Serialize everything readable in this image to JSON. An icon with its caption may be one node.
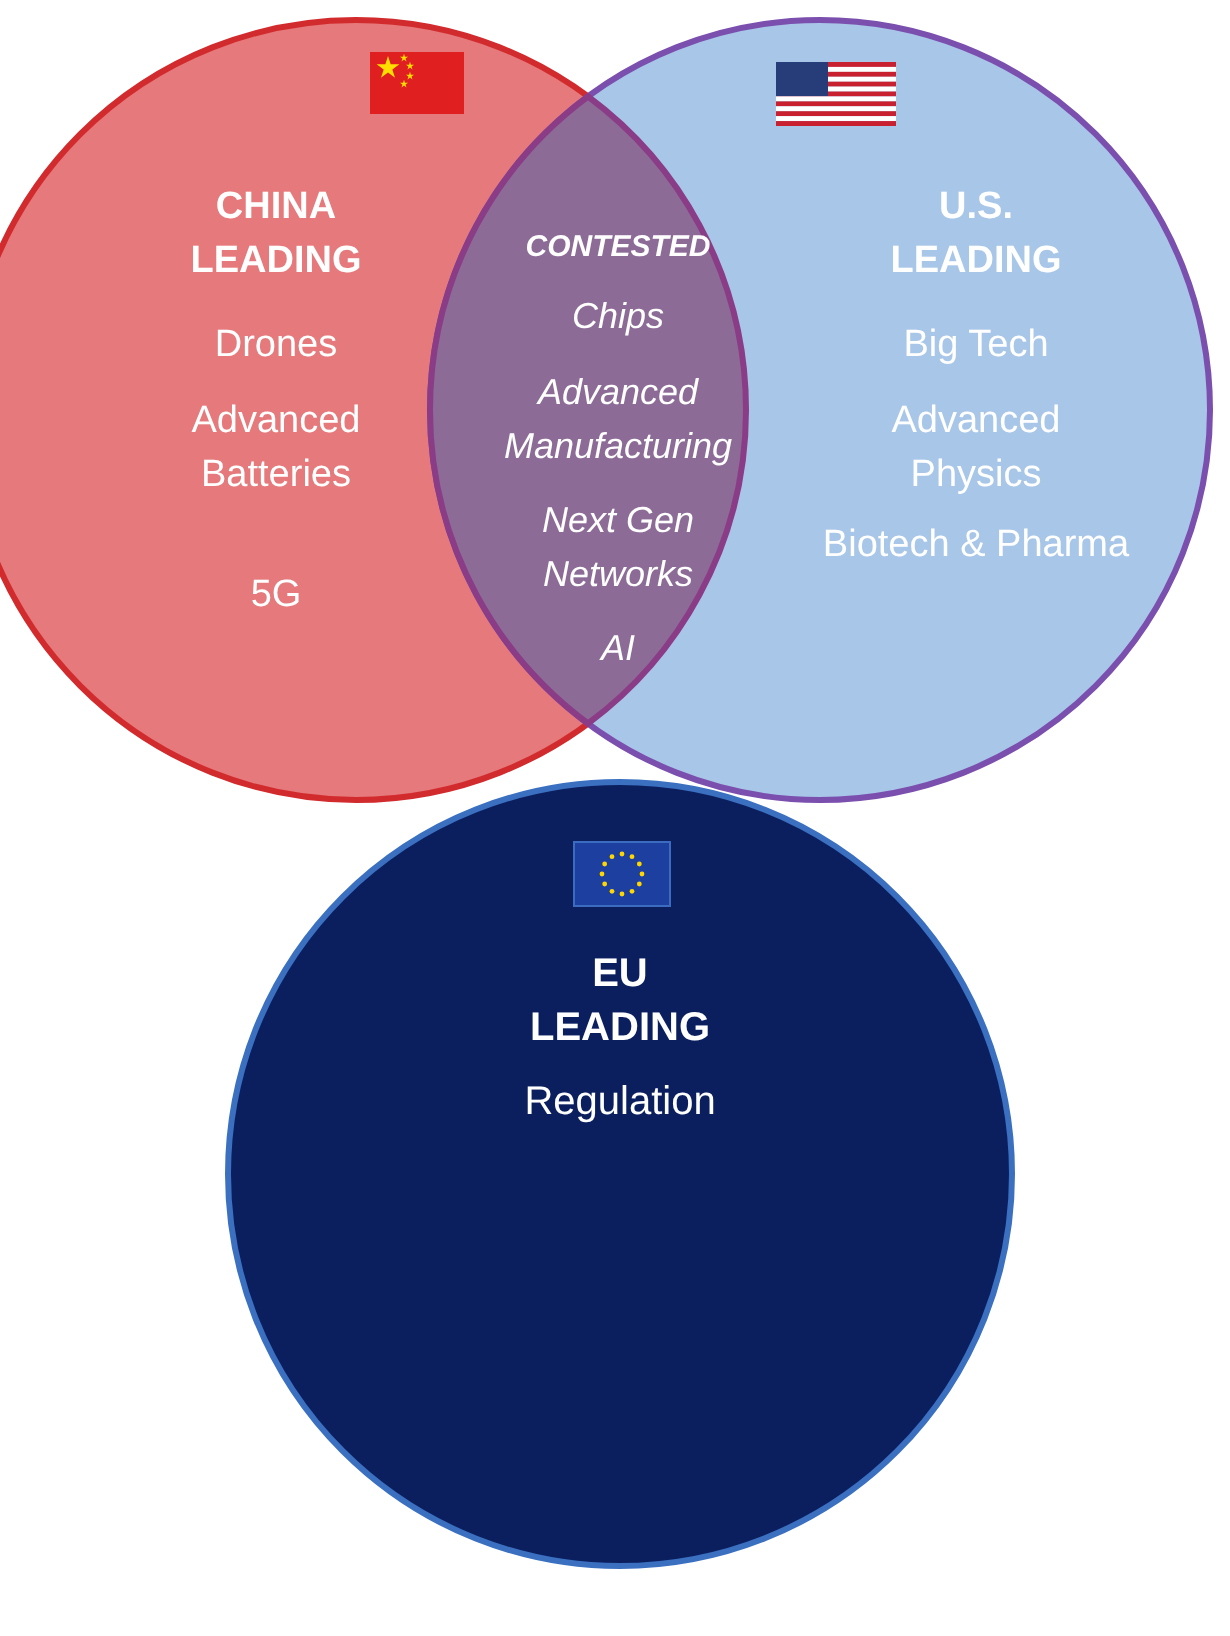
{
  "diagram": {
    "nodes": [
      {
        "text": [
          "CHINA LEADING",
          "Drones",
          "Advanced Batteries",
          "5G"
        ]
      },
      {
        "text": [
          "U.S. LEADING",
          "Big Tech",
          "Advanced Physics",
          "Biotech & Pharma"
        ]
      },
      {
        "text": [
          "CONTESTED",
          "Chips",
          "Advanced Manufacturing",
          "Next Gen Networks",
          "AI"
        ]
      },
      {
        "text": [
          "EU LEADING",
          "Regulation"
        ]
      }
    ]
  }
}
